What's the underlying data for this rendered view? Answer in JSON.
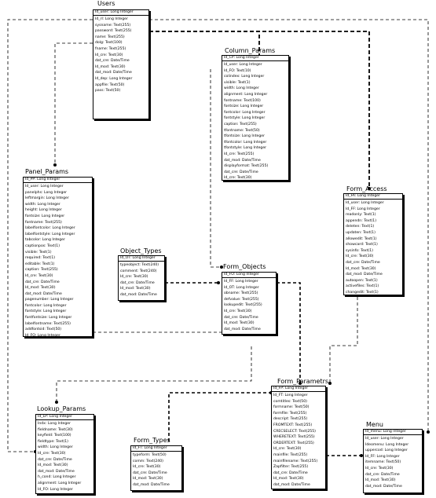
{
  "tables": [
    {
      "id": "users",
      "title": "Users",
      "pk": "Id_user: Long Integer",
      "fields": [
        "Id_rl: Long Integer",
        "sysname: Text(255)",
        "password: Text(255)",
        "name: Text(255)",
        "dolg: Text(100)",
        "fname: Text(255)",
        "Id_cre: Text(30)",
        "dat_cre: Date/Time",
        "Id_mod: Text(30)",
        "dat_mod: Date/Time",
        "Id_dep: Long Integer",
        "appfile: Text(50)",
        "pass: Text(50)"
      ]
    },
    {
      "id": "column-params",
      "title": "Column_Params",
      "pk": "Id_CP: Long Integer",
      "fields": [
        "Id_user: Long Integer",
        "Id_FO: Text(10)",
        "colindex: Long Integer",
        "visible: Text(1)",
        "width: Long Integer",
        "alignment: Long Integer",
        "fontname: Text(100)",
        "fontsize: Long Integer",
        "fontcolor: Long Integer",
        "fontstyle: Long Integer",
        "caption: Text(255)",
        "tfontname: Text(50)",
        "tfontsize: Long Integer",
        "tfontcolor: Long Integer",
        "tfontstyle: Long Integer",
        "Id_cre: Text(255)",
        "dat_mod: Date/Time",
        "displayformat: Text(255)",
        "dat_cre: Date/Time",
        "Id_cre: Text(30)"
      ]
    },
    {
      "id": "panel-params",
      "title": "Panel_Params",
      "pk": "Id_PP: Long Integer",
      "fields": [
        "Id_user: Long Integer",
        "panelphs: Long Integer",
        "leftmargin: Long Integer",
        "width: Long Integer",
        "height: Long Integer",
        "fontsize: Long Integer",
        "fontname: Text(255)",
        "labelfontcolor: Long Integer",
        "labelfontstyle: Long Integer",
        "tabcolor: Long Integer",
        "captionpos: Text(1)",
        "visible: Text(1)",
        "required: Text(1)",
        "editable: Text(1)",
        "caption: Text(255)",
        "Id_cre: Text(30)",
        "dat_cre: Date/Time",
        "Id_mod: Text(30)",
        "dat_mod: Date/Time",
        "pagenumber: Long Integer",
        "fontcolor: Long Integer",
        "fontstyle: Long Integer",
        "fontfontsize: Long Integer",
        "labelfontname: Text(255)",
        "addfontsid: Text(50)",
        "Id_FO: Long Integer"
      ]
    },
    {
      "id": "form-access",
      "title": "Form_Access",
      "pk": "Id_FA: Long Integer",
      "fields": [
        "Id_user: Long Integer",
        "Id_FF: Long Integer",
        "readonly: Text(1)",
        "appendn: Text(1)",
        "deleten: Text(1)",
        "updaten: Text(1)",
        "allowedit: Text(1)",
        "showcard: Text(1)",
        "sysinfo: Text(1)",
        "Id_cre: Text(30)",
        "dat_cre: Date/Time",
        "Id_mod: Text(30)",
        "dat_mod: Date/Time",
        "autoopen: Text(1)",
        "activefiles: Text(1)",
        "changedit: Text(1)"
      ]
    },
    {
      "id": "object-types",
      "title": "Object_Types",
      "pk": "Id_OT: Long Integer",
      "fields": [
        "typeobject: Text(240)",
        "comment: Text(240)",
        "Id_cre: Text(30)",
        "dat_cre: Date/Time",
        "Id_mod: Text(30)",
        "dat_mod: Date/Time"
      ]
    },
    {
      "id": "form-objects",
      "title": "Form_Objects",
      "pk": "Id_FO: Long Integer",
      "fields": [
        "Id_FF: Long Integer",
        "Id_OT: Long Integer",
        "obname: Text(255)",
        "defvalue: Text(255)",
        "lookupedit: Text(255)",
        "Id_cre: Text(30)",
        "dat_cre: Date/Time",
        "Id_mod: Text(30)",
        "dat_mod: Date/Time"
      ]
    },
    {
      "id": "form-parametrs",
      "title": "Form_Parametrs",
      "pk": "Id_FP: Long Integer",
      "fields": [
        "Id_FT: Long Integer",
        "comtitles: Text(50)",
        "formname: Text(50)",
        "formfile: Text(255)",
        "descript: Text(255)",
        "FROMTEXT: Text(255)",
        "CRECSELECT: Text(255)",
        "WHERETEXT: Text(255)",
        "ORDERTEXT: Text(255)",
        "Id_cre: Text(30)",
        "mainfile: Text(255)",
        "mainfilename: Text(255)",
        "Zapfilter: Text(255)",
        "dat_cre: Date/Time",
        "Id_mod: Text(30)",
        "dat_mod: Date/Time"
      ]
    },
    {
      "id": "lookup-params",
      "title": "Lookup_Params",
      "pk": "Id_LP: Long Integer",
      "fields": [
        "Indx: Long Integer",
        "fieldname: Text(30)",
        "keyfield: Text(100)",
        "fieldtype: Text(1)",
        "width: Long Integer",
        "Id_cre: Text(30)",
        "dat_cre: Date/Time",
        "Id_mod: Text(30)",
        "dat_mod: Date/Time",
        "h_cond: Long Integer",
        "alignment: Long Integer",
        "Id_FO: Long Integer"
      ]
    },
    {
      "id": "form-types",
      "title": "Form_Types",
      "pk": "Id_FT: Long Integer",
      "fields": [
        "typeform: Text(50)",
        "comm: Text(240)",
        "Id_cre: Text(30)",
        "dat_cre: Date/Time",
        "Id_mod: Text(30)",
        "dat_mod: Date/Time"
      ]
    },
    {
      "id": "menu",
      "title": "Menu",
      "pk": "Id_menu: Long Integer",
      "fields": [
        "Id_user: Long Integer",
        "Ideomenu: Long Integer",
        "uppercod: Long Integer",
        "Id_FF: Long Integer",
        "itemname: Text(50)",
        "Id_cre: Text(30)",
        "dat_cre: Date/Time",
        "Id_mod: Text(30)",
        "dat_mod: Date/Time"
      ]
    }
  ]
}
